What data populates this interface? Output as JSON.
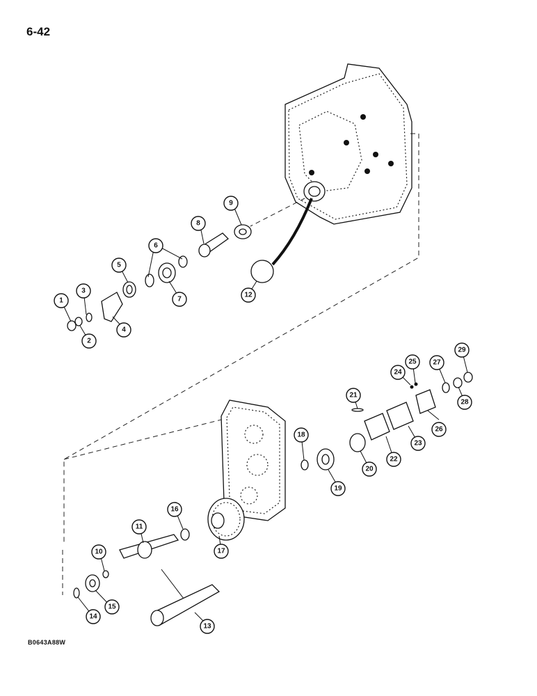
{
  "page": {
    "number": "6-42",
    "figure_code": "B0643A88W"
  },
  "callouts": [
    "1",
    "2",
    "3",
    "4",
    "5",
    "6",
    "7",
    "8",
    "9",
    "10",
    "11",
    "12",
    "13",
    "14",
    "15",
    "16",
    "17",
    "18",
    "19",
    "20",
    "21",
    "22",
    "23",
    "24",
    "25",
    "26",
    "27",
    "28",
    "29"
  ],
  "colors": {
    "ink": "#111111",
    "paper": "#ffffff"
  }
}
